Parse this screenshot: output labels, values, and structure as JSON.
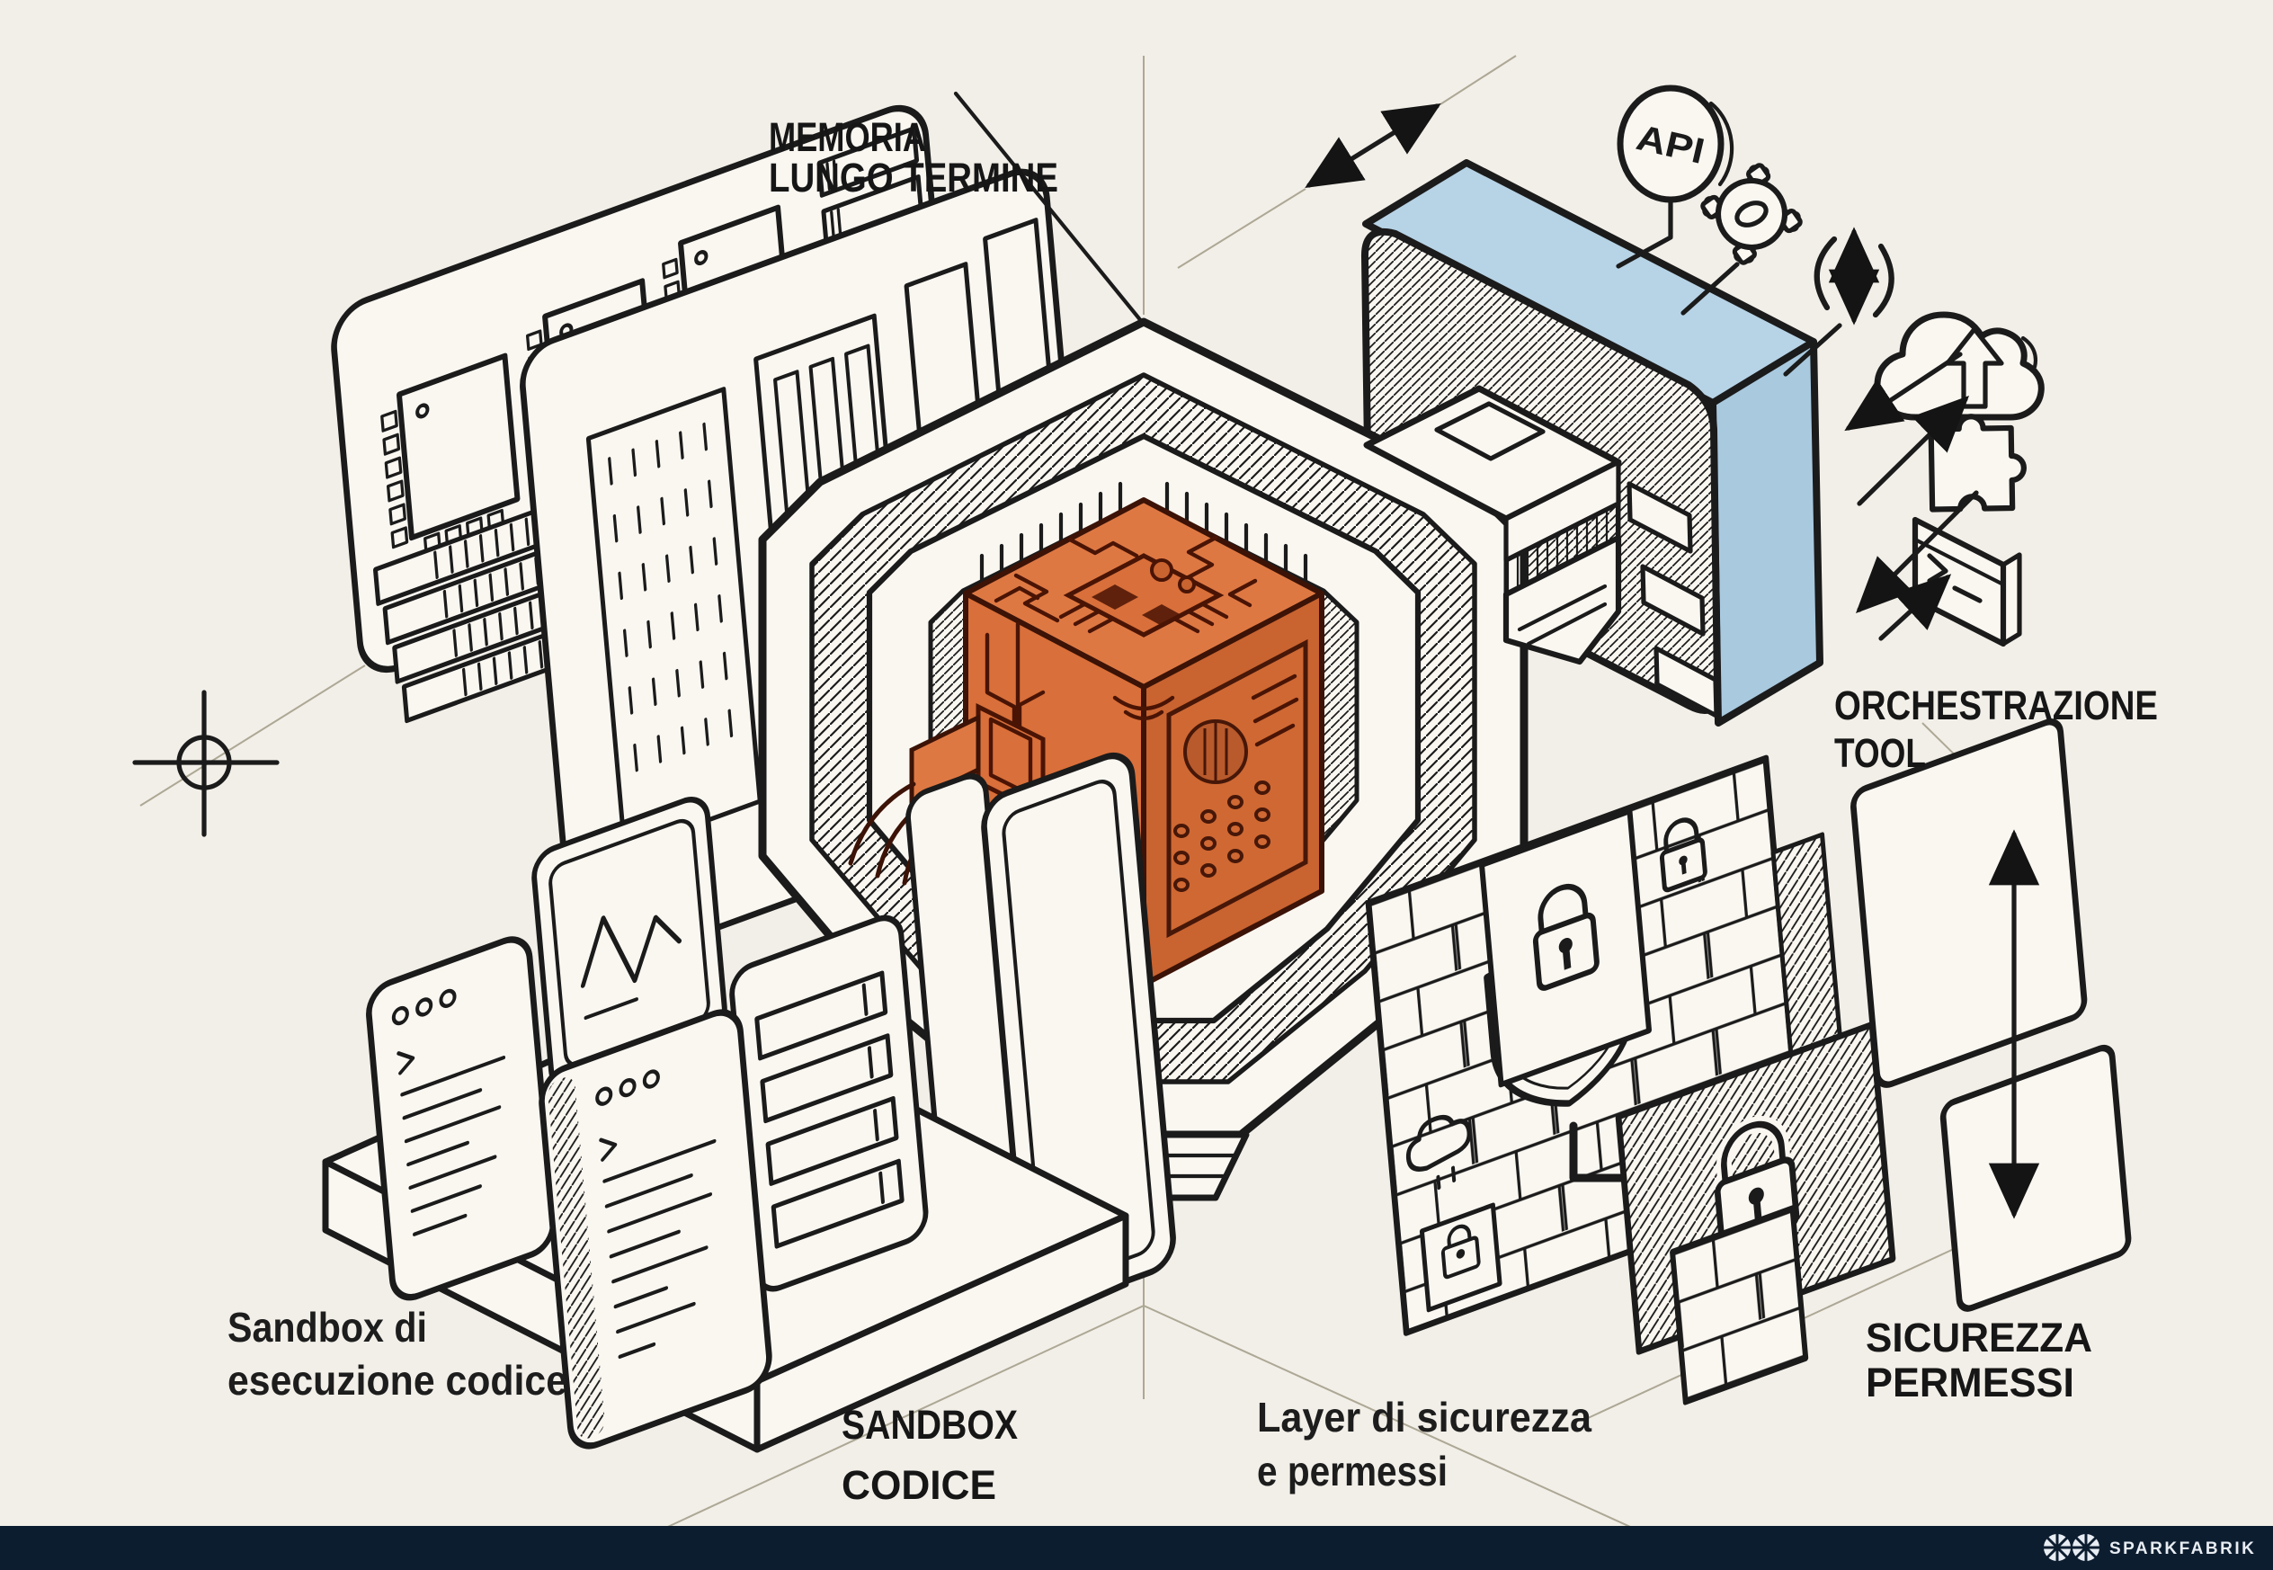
{
  "labels": {
    "memory": {
      "line1": "MEMORIA",
      "line2": "LUNGO TERMINE"
    },
    "orchestration": {
      "line1": "ORCHESTRAZIONE",
      "line2": "TOOL"
    },
    "sandbox_caption": {
      "line1": "Sandbox di",
      "line2": "esecuzione codice"
    },
    "sandbox": {
      "line1": "SANDBOX",
      "line2": "CODICE"
    },
    "security_caption": {
      "line1": "Layer di sicurezza",
      "line2": "e permessi"
    },
    "security": {
      "line1": "SICUREZZA",
      "line2": "PERMESSI"
    }
  },
  "badges": {
    "api": "API"
  },
  "footer": {
    "brand": "SPARKFABRIK"
  },
  "icon_names": [
    "api-badge",
    "gear-icon",
    "sync-arrows-icon",
    "cloud-upload-icon",
    "puzzle-icon",
    "terminal-icon",
    "shield-lock-icon",
    "padlock-icon",
    "brick-wall",
    "crosshair-icon",
    "memory-chip-icon",
    "ram-module-icon",
    "terminal-window-icon",
    "circuit-cube"
  ],
  "colors": {
    "background": "#F2EFE8",
    "ink": "#1B1B1B",
    "panel": "#FAF7F1",
    "accent_orange": "#DE7843",
    "accent_orange_dark": "#C96330",
    "circuit_trace": "#4A1405",
    "accent_blue": "#B7D3E6",
    "accent_blue_side": "#A9C9DF",
    "construction": "#ADA795",
    "footer_bg": "#0D1D30",
    "footer_text": "#E8EDF3"
  }
}
